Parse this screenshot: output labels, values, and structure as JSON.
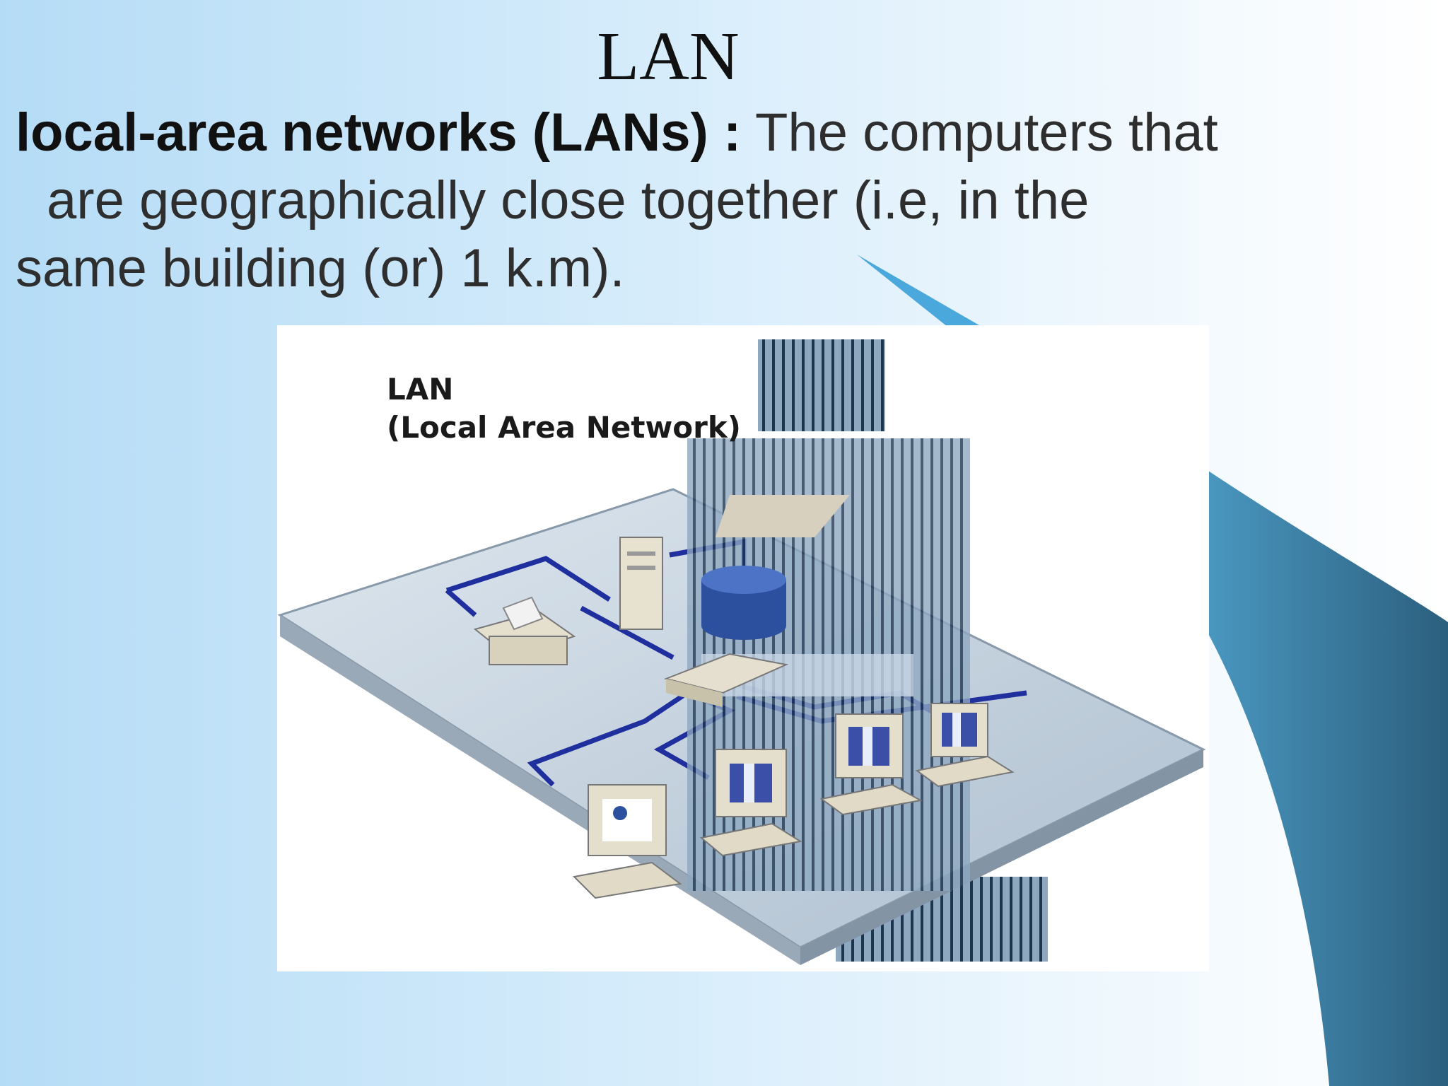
{
  "slide": {
    "title": "LAN",
    "definition": {
      "term": "local-area networks (LANs) :",
      "line1": " The computers that",
      "line2": "are geographically close together (i.e, in the",
      "line3": "same building (or) 1 k.m)."
    }
  },
  "figure": {
    "caption_line1": "LAN",
    "caption_line2": "(Local Area Network)"
  },
  "colors": {
    "accent_curve": "#2f6f92",
    "network_line": "#1f2f9e",
    "platform": "#c9d6e3"
  }
}
